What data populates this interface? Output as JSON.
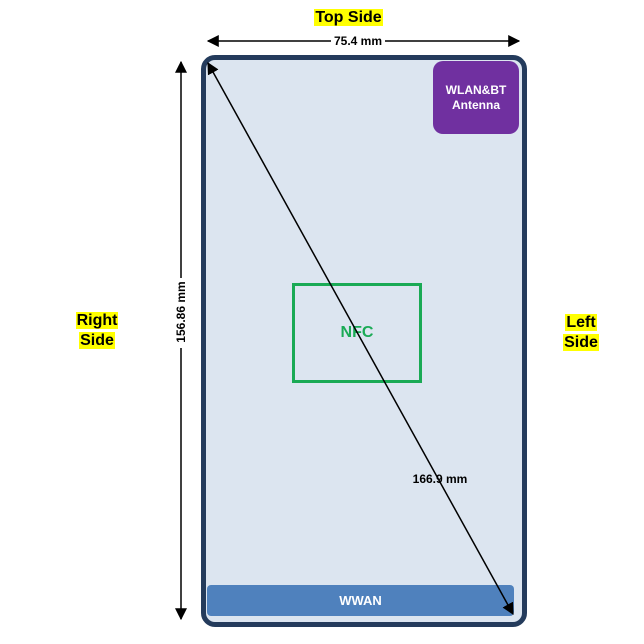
{
  "sides": {
    "top": "Top Side",
    "right_line1": "Right",
    "right_line2": "Side",
    "left_line1": "Left",
    "left_line2": "Side"
  },
  "dimensions": {
    "width": "75.4 mm",
    "height": "156.86 mm",
    "diagonal": "166.9 mm"
  },
  "components": {
    "wlan_line1": "WLAN&BT",
    "wlan_line2": "Antenna",
    "nfc": "NFC",
    "wwan": "WWAN"
  },
  "colors": {
    "highlight": "#ffff00",
    "device_border": "#243b5c",
    "device_fill": "#dce5f0",
    "wlan": "#7030a0",
    "nfc": "#1aaa55",
    "wwan": "#4f81bd"
  }
}
